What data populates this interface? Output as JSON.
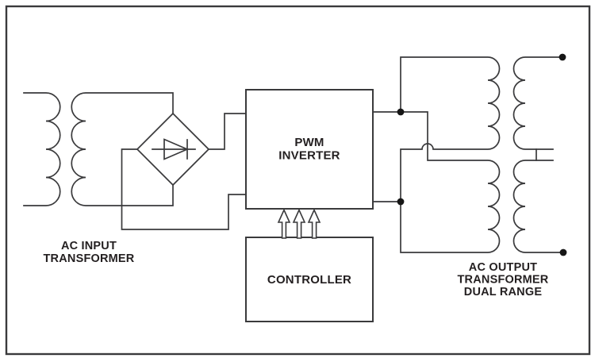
{
  "diagram": {
    "blocks": {
      "pwm_inverter": {
        "lines": [
          "PWM",
          "INVERTER"
        ]
      },
      "controller": {
        "lines": [
          "CONTROLLER"
        ]
      }
    },
    "labels": {
      "ac_input_transformer": {
        "lines": [
          "AC INPUT",
          "TRANSFORMER"
        ]
      },
      "ac_output_transformer": {
        "lines": [
          "AC OUTPUT",
          "TRANSFORMER",
          "DUAL RANGE"
        ]
      }
    },
    "icons": {
      "transformer_winding": "coil-arcs",
      "bridge_rectifier": "diamond-diode",
      "control_signal": "hollow-up-arrow",
      "connection": "filled-dot"
    },
    "colors": {
      "background": "#ffffff",
      "line": "#3a3a3c",
      "text": "#231f20",
      "dot": "#161616"
    }
  }
}
